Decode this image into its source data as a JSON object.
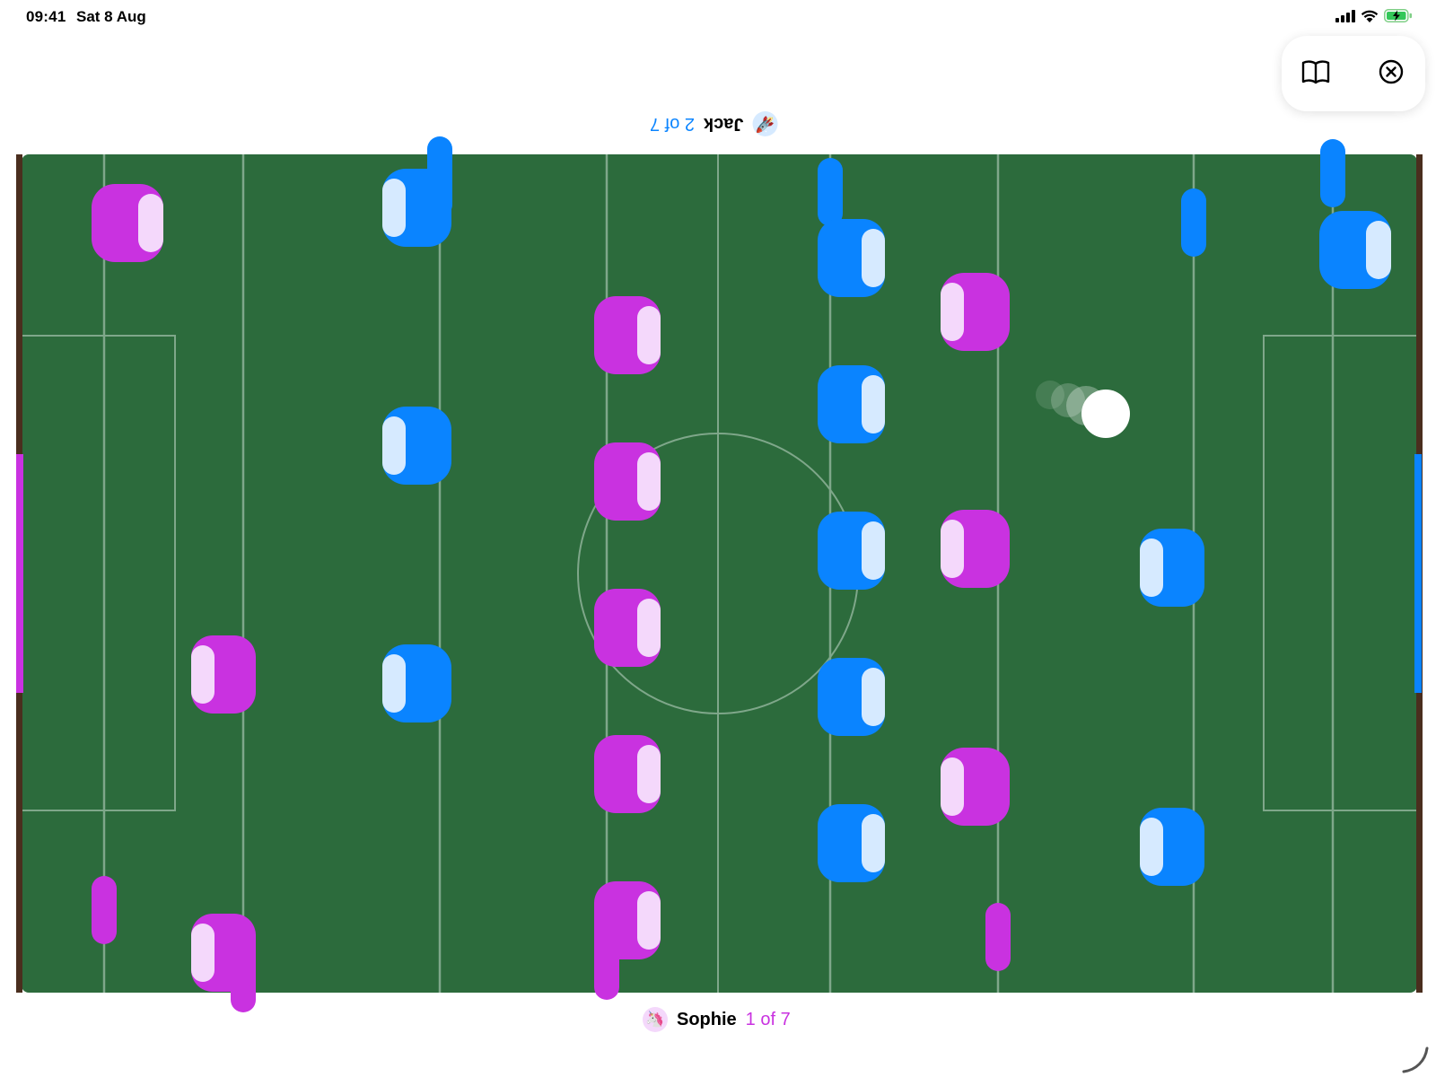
{
  "status_bar": {
    "time": "09:41",
    "date": "Sat 8 Aug",
    "icons": [
      "cellular-signal-icon",
      "wifi-icon",
      "battery-charging-icon"
    ]
  },
  "toolbar": {
    "buttons": [
      {
        "name": "rules-book-button",
        "icon": "book-icon"
      },
      {
        "name": "close-game-button",
        "icon": "close-circle-icon"
      }
    ]
  },
  "players": {
    "top": {
      "name": "Jack",
      "score_text": "2 of 7",
      "avatar_icon": "rocket-icon",
      "color": "#0a84ff"
    },
    "bottom": {
      "name": "Sophie",
      "score_text": "1 of 7",
      "avatar_icon": "unicorn-icon",
      "color": "#c932e0"
    }
  },
  "colors": {
    "pitch": "#2c6b3c",
    "lines": "#7fa78a",
    "magenta_team": "#c932e0",
    "magenta_highlight": "#f4d8fb",
    "blue_team": "#0a84ff",
    "blue_highlight": "#d6eaff",
    "ball": "#ffffff",
    "post": "#4a2e1e"
  }
}
